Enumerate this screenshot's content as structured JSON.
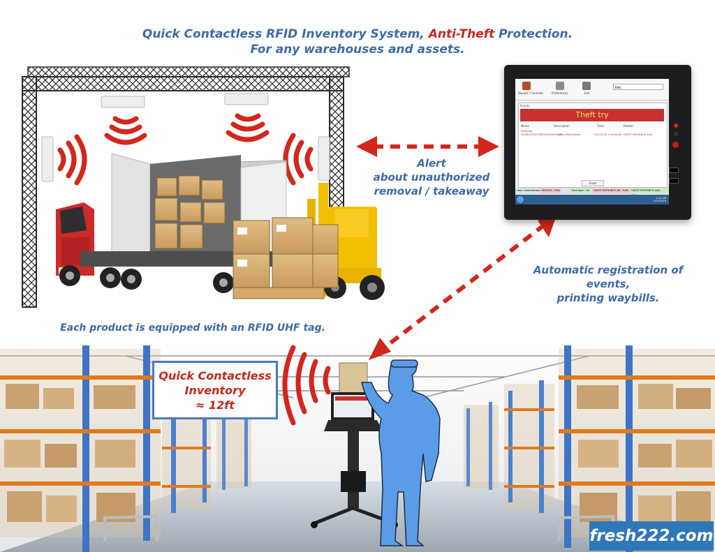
{
  "header": {
    "line1_prefix": "Quick Contactless RFID Inventory System, ",
    "line1_highlight": "Anti-Theft",
    "line1_suffix": " Protection.",
    "line2": "For any warehouses and assets."
  },
  "alert": {
    "line1": "Alert",
    "line2": "about unauthorized",
    "line3": "removal / takeaway"
  },
  "automatic": {
    "line1": "Automatic registration of events,",
    "line2": "printing waybills."
  },
  "tag_caption": "Each product is equipped with an RFID UHF tag.",
  "callout": {
    "line1": "Quick Contactless",
    "line2": "Inventory",
    "line3": "≈ 12ft"
  },
  "monitor_screen": {
    "toolbar_items": [
      "Square / Concrete",
      "Preferences",
      "Exit"
    ],
    "combo_value": "ENG",
    "panel_tab": "Events",
    "banner": "Theft try",
    "columns": [
      "Name",
      "Description",
      "Time",
      "Reader"
    ],
    "row": {
      "name": "Fixed tag",
      "name_id": "3000E20034120B1A0180004506",
      "description": "white Milled board",
      "time": "3/11/2016 1:44:58 AM",
      "reader": "GUEST ENTRANCE right"
    },
    "close_label": "Close",
    "status_items": [
      "User: Administrator",
      "SERVICE - RUN",
      "Front door - On",
      "GUEST ENTRANCE left - RUN",
      "GUEST ENTRANCE right - RUN"
    ],
    "clock_time": "1:44 AM",
    "clock_date": "3/11/2016"
  },
  "brand": "fresh222.com",
  "colors": {
    "caption_blue": "#3f6aa8",
    "accent_red": "#c8281c",
    "wave_red": "#d3261c",
    "callout_border": "#4a78c2",
    "brand_bg": "#2f78b7",
    "person_blue": "#5b9ce8"
  }
}
